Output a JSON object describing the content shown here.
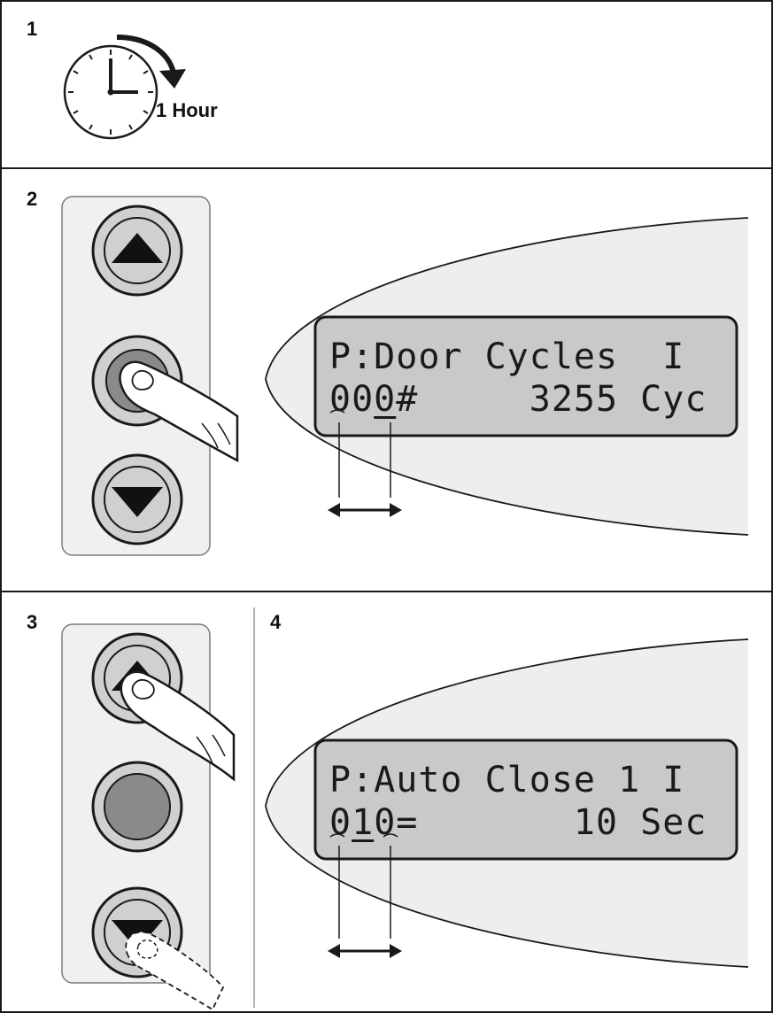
{
  "steps": [
    {
      "number": "1"
    },
    {
      "number": "2"
    },
    {
      "number": "3"
    },
    {
      "number": "4"
    }
  ],
  "step1": {
    "duration_label": "1 Hour"
  },
  "step2": {
    "display_line1": "P:Door Cycles  I",
    "display_line2_prefix": "00",
    "display_line2_cursor": "0",
    "display_line2_rest": "#     3255 Cyc"
  },
  "step4": {
    "display_line1": "P:Auto Close 1 I",
    "display_line2_prefix": "0",
    "display_line2_cursor": "1",
    "display_line2_rest": "0=       10 Sec"
  },
  "colors": {
    "line": "#1a1a1a",
    "panel_fill": "#f0f0f0",
    "button_ring": "#d0d0d0",
    "button_pressed": "#8a8a8a",
    "display_bg": "#c9c9c9",
    "ellipse_bg": "#eeeeee"
  }
}
